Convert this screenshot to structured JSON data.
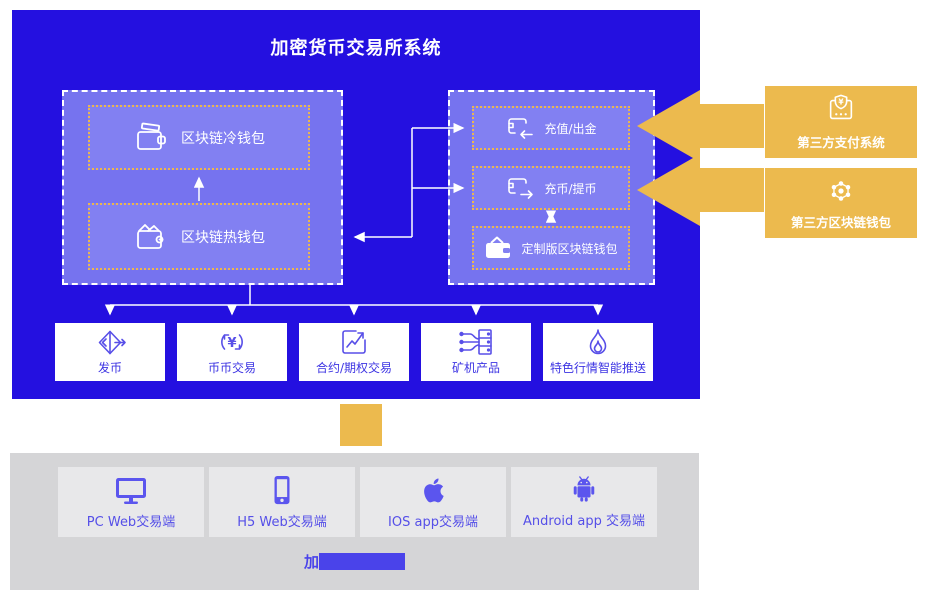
{
  "title": "加密货币交易所系统",
  "wallet_panel": {
    "items": [
      {
        "label": "区块链冷钱包",
        "icon": "cold-wallet-icon"
      },
      {
        "label": "区块链热钱包",
        "icon": "hot-wallet-icon"
      }
    ]
  },
  "funding_panel": {
    "items": [
      {
        "label": "充值/出金",
        "icon": "wallet-deposit-icon"
      },
      {
        "label": "充币/提币",
        "icon": "wallet-withdraw-icon"
      },
      {
        "label": "定制版区块链钱包",
        "icon": "custom-wallet-icon"
      }
    ]
  },
  "feature_boxes": [
    {
      "label": "发币",
      "icon": "issue-coin-icon"
    },
    {
      "label": "币币交易",
      "icon": "coin-trade-icon"
    },
    {
      "label": "合约/期权交易",
      "icon": "contract-chart-icon"
    },
    {
      "label": "矿机产品",
      "icon": "mining-rig-icon"
    },
    {
      "label": "特色行情智能推送",
      "icon": "flame-icon"
    }
  ],
  "external_boxes": [
    {
      "label": "第三方支付系统",
      "icon": "payment-terminal-icon"
    },
    {
      "label": "第三方区块链钱包",
      "icon": "blockchain-network-icon"
    }
  ],
  "client_panel": {
    "items": [
      {
        "label": "PC Web交易端",
        "icon": "monitor-icon"
      },
      {
        "label": "H5 Web交易端",
        "icon": "smartphone-icon"
      },
      {
        "label": "IOS app交易端",
        "icon": "apple-icon"
      },
      {
        "label": "Android app 交易端",
        "icon": "android-icon"
      }
    ],
    "caption_visible_text": "加"
  },
  "colors": {
    "main_blue": "#2410e0",
    "panel_fill": "#7673ef",
    "dotted_border": "#ecb64d",
    "orange": "#ecba4e",
    "feature_text_blue": "#3d34e3",
    "gray_background": "#d5d5d7",
    "client_box_gray": "#e8e8ea",
    "client_text_blue": "#554fe8",
    "caption_blue": "#4a43ea"
  }
}
